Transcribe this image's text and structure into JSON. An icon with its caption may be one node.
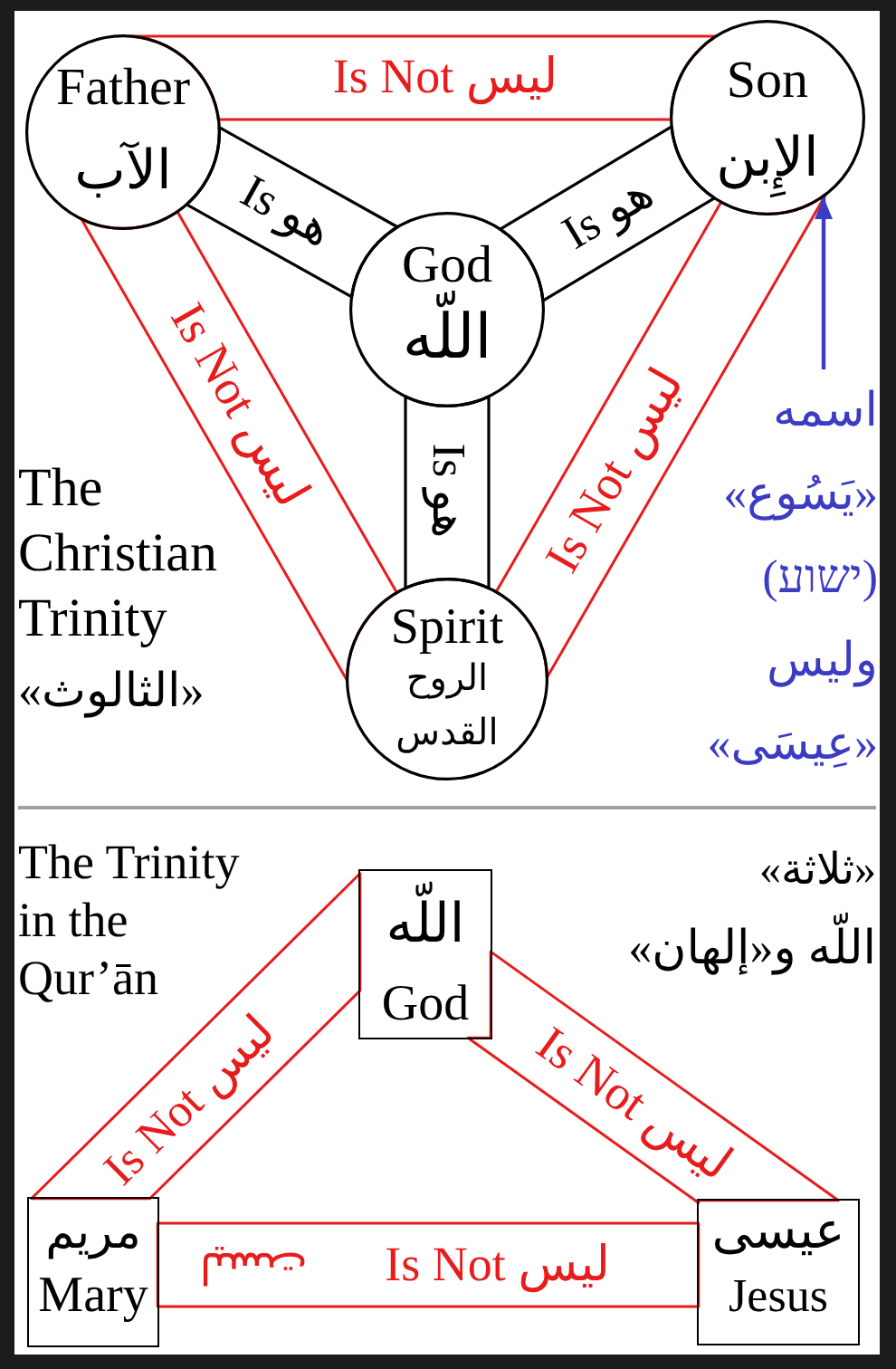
{
  "diagram": {
    "nodes": [
      {
        "text": [
          "Father",
          "الآب"
        ]
      },
      {
        "text": [
          "Son",
          "الإِبن"
        ]
      },
      {
        "text": [
          "God",
          "اللّه"
        ]
      },
      {
        "text": [
          "Spirit",
          "الروح القدس"
        ]
      },
      {
        "text": [
          "اسمه «يَسُوع» (ישוע) وليس «عِيسَى»"
        ]
      },
      {
        "text": [
          "اللّه",
          "God"
        ]
      },
      {
        "text": [
          "مريم",
          "Mary"
        ]
      },
      {
        "text": [
          "عيسى",
          "Jesus"
        ]
      }
    ],
    "edges": [
      {
        "from": 0,
        "to": 1,
        "arrow": "none",
        "label": "Is Not ليس"
      },
      {
        "from": 0,
        "to": 2,
        "arrow": "none",
        "label": "Is هو",
        "color": "#000000"
      },
      {
        "from": 1,
        "to": 2,
        "arrow": "none",
        "label": "Is هو",
        "color": "#000000"
      },
      {
        "from": 2,
        "to": 3,
        "arrow": "none",
        "label": "Is هو",
        "color": "#000000"
      },
      {
        "from": 0,
        "to": 3,
        "arrow": "none",
        "label": "Is Not ليس"
      },
      {
        "from": 1,
        "to": 3,
        "arrow": "none",
        "label": "Is Not ليس"
      },
      {
        "from": 4,
        "to": 1,
        "arrow": "to",
        "color": "#3b3bc4"
      },
      {
        "from": 5,
        "to": 6,
        "arrow": "none",
        "label": "Is Not ليس"
      },
      {
        "from": 5,
        "to": 7,
        "arrow": "none",
        "label": "Is Not ليس"
      },
      {
        "from": 6,
        "to": 7,
        "arrow": "none",
        "label": "Is Not ليس"
      }
    ],
    "labels": [
      "The Christian Trinity",
      "«الثالوث»",
      "The Trinity in the Qur’ān",
      "«ثلاثة»",
      "اللّه و«إلهان»",
      "ليست"
    ]
  }
}
